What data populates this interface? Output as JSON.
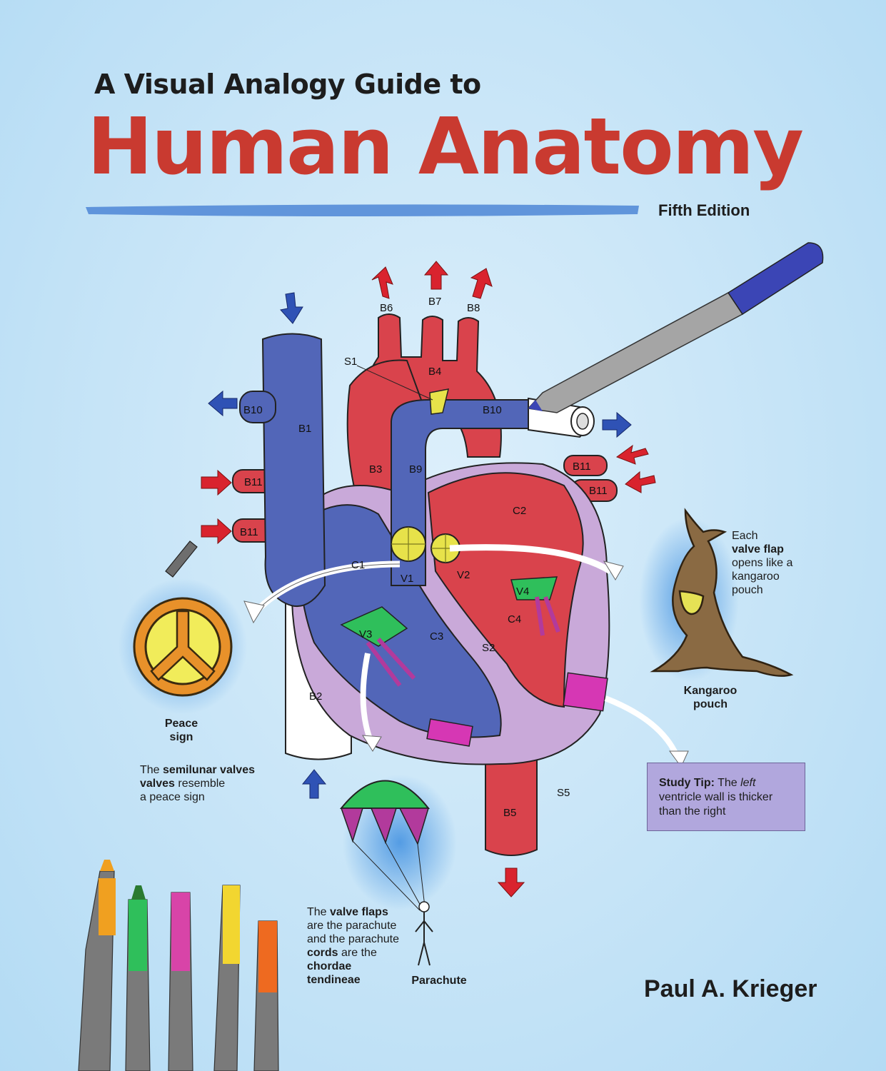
{
  "title": {
    "subtitle": "A Visual Analogy Guide to",
    "main": "Human Anatomy",
    "edition": "Fifth Edition"
  },
  "author": "Paul A. Krieger",
  "heart_labels": {
    "S1": "S1",
    "S2": "S2",
    "S5": "S5",
    "B1": "B1",
    "B2": "B2",
    "B3": "B3",
    "B4": "B4",
    "B5": "B5",
    "B6": "B6",
    "B7": "B7",
    "B8": "B8",
    "B9": "B9",
    "B10": "B10",
    "B11": "B11",
    "C1": "C1",
    "C2": "C2",
    "C3": "C3",
    "C4": "C4",
    "V1": "V1",
    "V2": "V2",
    "V3": "V3",
    "V4": "V4"
  },
  "analogies": {
    "peace": {
      "caption_line1": "Peace",
      "caption_line2": "sign",
      "note_prefix": "The ",
      "note_bold": "semilunar valves",
      "note_rest1": " resemble",
      "note_rest2": "a peace sign"
    },
    "kangaroo": {
      "note_line1": "Each",
      "note_bold1": "valve flap",
      "note_line3": "opens like a",
      "note_line4": "kangaroo",
      "note_line5": "pouch",
      "caption_line1": "Kangaroo",
      "caption_line2": "pouch"
    },
    "parachute": {
      "note_prefix": "The ",
      "note_bold1": "valve flaps",
      "note_line2": "are the parachute",
      "note_line3": "and the parachute",
      "note_line4_prefix": "cords",
      "note_line4_rest": " are the",
      "note_bold2a": "chordae",
      "note_bold2b": "tendineae",
      "caption": "Parachute"
    },
    "study_tip": {
      "label": "Study Tip:",
      "text_pre": " The ",
      "text_em": "left",
      "text_line2": "ventricle wall is thicker",
      "text_line3": "than the right"
    }
  },
  "colors": {
    "deoxygenated": "#5266b8",
    "oxygenated": "#d9434c",
    "wall": "#c9a9d9",
    "valve": "#e7e24a",
    "cords": "#b23a9c",
    "title": "#c93a30"
  }
}
